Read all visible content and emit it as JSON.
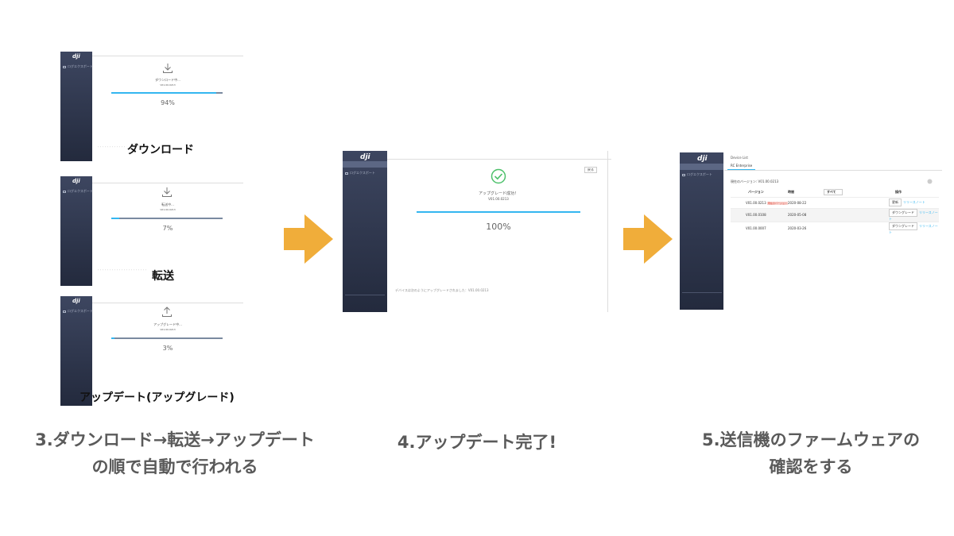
{
  "panel1": {
    "shot_download": {
      "logo": "dji",
      "nav_item": "ログエクスポート",
      "status": "ダウンロード中...",
      "version": "V01.00.0213",
      "percent": "94%",
      "progress": 0.94,
      "overlay_label": "ダウンロード"
    },
    "shot_transfer": {
      "logo": "dji",
      "nav_item": "ログエクスポート",
      "status": "転送中...",
      "version": "V01.00.0213",
      "percent": "7%",
      "progress": 0.07,
      "overlay_label": "転送"
    },
    "shot_upgrade": {
      "logo": "dji",
      "nav_item": "ログエクスポート",
      "status": "アップグレード中...",
      "version": "V01.00.0213",
      "percent": "3%",
      "progress": 0.03,
      "overlay_label": "アップデート(アップグレード)"
    },
    "caption_line1": "3.ダウンロード→転送→アップデート",
    "caption_line2": "の順で自動で行われる"
  },
  "panel2": {
    "logo": "dji",
    "nav_item": "ログエクスポート",
    "back_button": "戻る",
    "status": "アップグレード成功！",
    "version": "V01.00.0213",
    "percent": "100%",
    "progress": 1.0,
    "footnote": "デバイスは次のようにアップグレードされました：V01.00.0213",
    "caption": "4.アップデート完了!"
  },
  "panel3": {
    "logo": "dji",
    "nav_item": "ログエクスポート",
    "breadcrumb": "Device List",
    "tab": "RC Enterprise",
    "current_version_label": "現在のバージョン: V01.00.0213",
    "columns": [
      "バージョン",
      "時間",
      "すべて",
      "操作"
    ],
    "rows": [
      {
        "version": "V01.00.0213",
        "badge": "現在のバージョン",
        "date": "2020-08-22",
        "button": "更新",
        "link": "リリースノート"
      },
      {
        "version": "V01.00.0108",
        "badge": "",
        "date": "2020-05-08",
        "button": "ダウングレード",
        "link": "リリースノート"
      },
      {
        "version": "V01.00.0007",
        "badge": "",
        "date": "2020-03-26",
        "button": "ダウングレード",
        "link": "リリースノート"
      }
    ],
    "caption_line1": "5.送信機のファームウェアの",
    "caption_line2": "確認をする"
  },
  "colors": {
    "arrow": "#f0ad3a",
    "progress": "#34b6f0",
    "sidebar_top": "#3d4660",
    "sidebar_bottom": "#232a3d",
    "success": "#4cc06a",
    "caption": "#5a5a5a"
  }
}
